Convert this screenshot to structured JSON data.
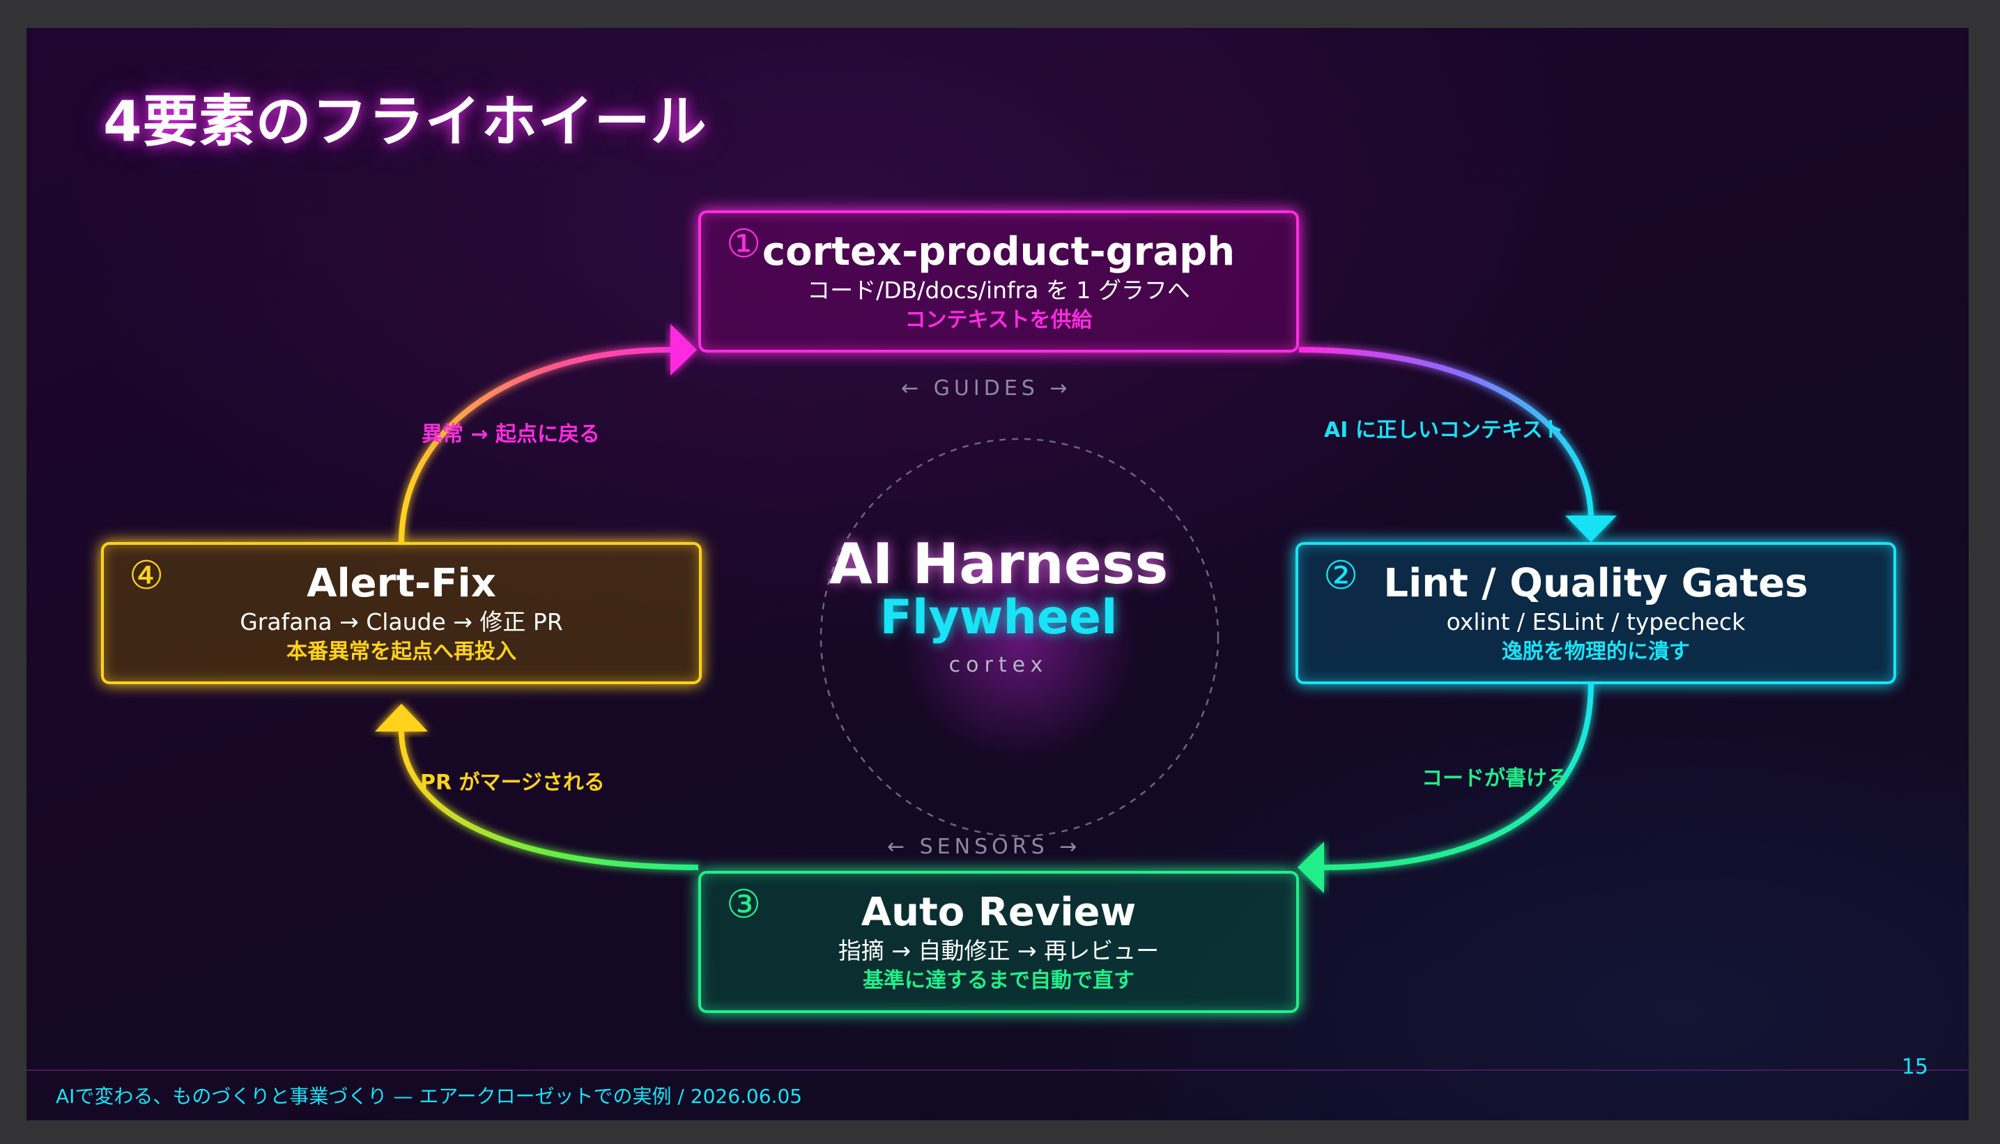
{
  "slide": {
    "title": "4要素のフライホイール",
    "footer": "AIで変わる、ものづくりと事業づくり — エアークローゼットでの実例 / 2026.06.05",
    "page_number": "15"
  },
  "nodes": [
    {
      "num": "①",
      "title": "cortex-product-graph",
      "subtitle": "コード/DB/docs/infra を 1 グラフへ",
      "accent": "コンテキストを供給",
      "color": "#ff2ce0"
    },
    {
      "num": "②",
      "title": "Lint / Quality Gates",
      "subtitle": "oxlint / ESLint / typecheck",
      "accent": "逸脱を物理的に潰す",
      "color": "#19e3f5"
    },
    {
      "num": "③",
      "title": "Auto Review",
      "subtitle": "指摘 → 自動修正 → 再レビュー",
      "accent": "基準に達するまで自動で直す",
      "color": "#22ee8a"
    },
    {
      "num": "④",
      "title": "Alert-Fix",
      "subtitle": "Grafana → Claude → 修正 PR",
      "accent": "本番異常を起点へ再投入",
      "color": "#ffd21f"
    }
  ],
  "edges": {
    "e12": "AI に正しいコンテキスト",
    "e23": "コードが書ける",
    "e34": "PR がマージされる",
    "e41": "異常 → 起点に戻る"
  },
  "axis_labels": {
    "guides": "← GUIDES →",
    "sensors": "← SENSORS →"
  },
  "center": {
    "line1": "AI Harness",
    "line2": "Flywheel",
    "line3": "cortex"
  }
}
